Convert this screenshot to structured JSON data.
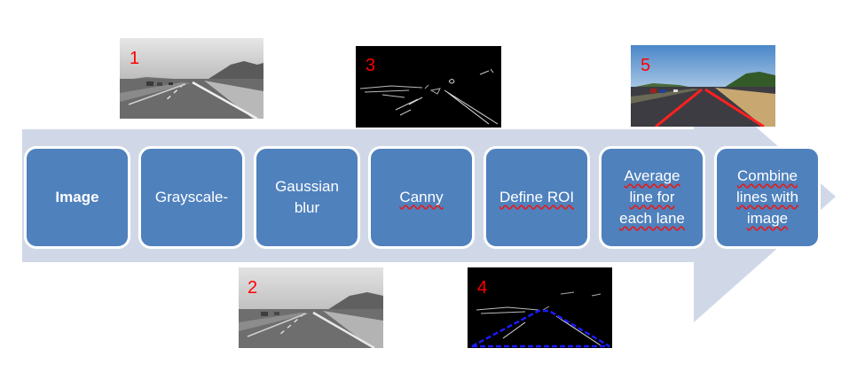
{
  "steps": [
    {
      "label": "Image"
    },
    {
      "label": "Grayscale-"
    },
    {
      "label": "Gaussian\nblur"
    },
    {
      "label": "Canny"
    },
    {
      "label": "Define ROI"
    },
    {
      "label": "Average\nline for\neach lane"
    },
    {
      "label": "Combine\nlines with\nimage"
    }
  ],
  "thumbnails": [
    {
      "number": "1",
      "kind": "grayscale-road"
    },
    {
      "number": "2",
      "kind": "blurred-grayscale-road"
    },
    {
      "number": "3",
      "kind": "canny-edges"
    },
    {
      "number": "4",
      "kind": "canny-edges-with-roi"
    },
    {
      "number": "5",
      "kind": "color-road-with-lane-lines"
    }
  ],
  "colors": {
    "step_fill": "#4f81bd",
    "arrow_fill": "#d0d8e8",
    "number_text": "#ff0000",
    "roi_line": "#1a1aff",
    "lane_line": "#ff2020"
  }
}
